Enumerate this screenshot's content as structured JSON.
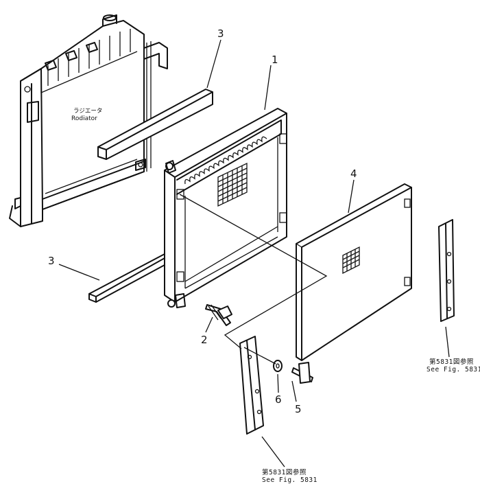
{
  "labels": {
    "radiator_jp": "ラジエータ",
    "radiator_en": "Rodiator",
    "callouts": [
      "1",
      "2",
      "3",
      "3",
      "4",
      "5",
      "6"
    ],
    "ref_right_jp": "第5831図参照",
    "ref_right_en": "See Fig. 5831",
    "ref_bottom_jp": "第5831図参照",
    "ref_bottom_en": "See Fig. 5831"
  }
}
